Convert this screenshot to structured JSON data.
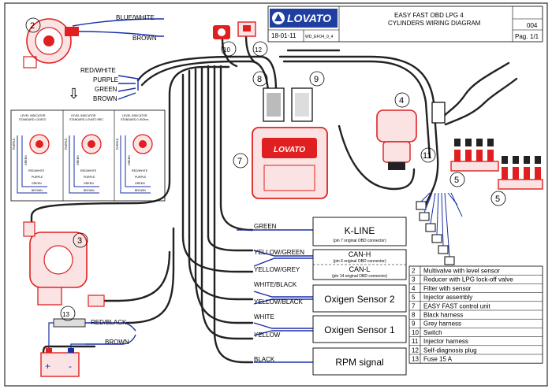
{
  "title_block": {
    "brand": "LOVATO",
    "title_line1": "EASY FAST OBD LPG 4",
    "title_line2": "CYLINDERS WIRING DIAGRAM",
    "date": "18-01-11",
    "doc_code": "WD_EFO4_0_4",
    "sheet_no": "004",
    "page_label": "Pag.",
    "page_value": "1/1"
  },
  "wires": {
    "blue_white": "BLUE/WHITE",
    "brown_top": "BROWN",
    "red_white": "RED/WHITE",
    "purple": "PURPLE",
    "green": "GREEN",
    "brown_mid": "BROWN",
    "green_kline": "GREEN",
    "yellow_green": "YELLOW/GREEN",
    "yellow_grey": "YELLOW/GREY",
    "white_black": "WHITE/BLACK",
    "yellow_black": "YELLOW/BLACK",
    "white": "WHITE",
    "yellow": "YELLOW",
    "black": "BLACK",
    "red_black": "RED/BLACK",
    "brown_batt": "BROWN"
  },
  "level_indicators": [
    {
      "title": "LEVEL INDICATOR",
      "standard": "STANDARD LOVATO",
      "left_wire": "GREEN",
      "left_wire2": "PURPLE",
      "rows": [
        "RED/WHITE",
        "PURPLE",
        "GREEN",
        "BROWN"
      ]
    },
    {
      "title": "LEVEL INDICATOR",
      "standard": "STANDARD LOVATO BRC",
      "left_wire": "GREEN",
      "left_wire2": "PURPLE",
      "rows": [
        "RED/WHITE",
        "PURPLE",
        "GREEN",
        "BROWN"
      ]
    },
    {
      "title": "LEVEL INDICATOR",
      "standard": "STANDARD 0-90Ohm",
      "left_wire": "GREEN",
      "left_wire2": "PURPLE",
      "rows": [
        "RED/WHITE",
        "PURPLE",
        "GREEN",
        "BROWN"
      ]
    }
  ],
  "signals": {
    "kline": "K-LINE",
    "kline_sub": "(pin 7 original OBD connector)",
    "canh": "CAN-H",
    "canh_sub": "(pin 6 original OBD connector)",
    "canl": "CAN-L",
    "canl_sub": "(pin 14 original OBD connector)",
    "oxy2": "Oxigen Sensor 2",
    "oxy1": "Oxigen Sensor 1",
    "rpm": "RPM signal"
  },
  "battery": {
    "plus": "+",
    "minus": "-"
  },
  "numbers": {
    "n2": "2",
    "n3": "3",
    "n4": "4",
    "n5a": "5",
    "n5b": "5",
    "n7": "7",
    "n8": "8",
    "n9": "9",
    "n10": "10",
    "n11": "11",
    "n12": "12",
    "n13": "13",
    "arrow": "⇩"
  },
  "legend": [
    {
      "num": "2",
      "text": "Multivalve with level sensor"
    },
    {
      "num": "3",
      "text": "Reducer with LPG lock-off valve"
    },
    {
      "num": "4",
      "text": "Filter with sensor"
    },
    {
      "num": "5",
      "text": "Injector assembly"
    },
    {
      "num": "7",
      "text": "EASY FAST control unit"
    },
    {
      "num": "8",
      "text": "Black harness"
    },
    {
      "num": "9",
      "text": "Grey harness"
    },
    {
      "num": "10",
      "text": "Switch"
    },
    {
      "num": "11",
      "text": "Injector harness"
    },
    {
      "num": "12",
      "text": "Self-diagnosis plug"
    },
    {
      "num": "13",
      "text": "Fuse 15 A"
    }
  ],
  "colors": {
    "wire_blue": "#1a2fa8",
    "component_red": "#e02020",
    "harness": "#222222"
  }
}
